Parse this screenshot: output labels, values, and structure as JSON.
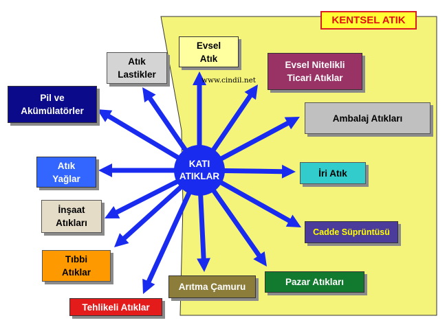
{
  "zone": {
    "label": "KENTSEL ATIK"
  },
  "watermark": "www.cindil.net",
  "center": {
    "label": "KATI\nATIKLAR"
  },
  "colors": {
    "zone_fill": "#f4f47a",
    "arrow": "#1a2bf0",
    "center": "#1a2bf0"
  },
  "nodes": [
    {
      "id": "evsel",
      "label": "Evsel\nAtık",
      "bg": "#ffffa0",
      "fg": "#000000",
      "border": "#333333"
    },
    {
      "id": "evsel-nitelikli",
      "label": "Evsel Nitelikli\nTicari Atıklar",
      "bg": "#993366",
      "fg": "#ffffff",
      "border": "#333333"
    },
    {
      "id": "ambalaj",
      "label": "Ambalaj Atıkları",
      "bg": "#c0c0c0",
      "fg": "#000000",
      "border": "#555555"
    },
    {
      "id": "iri",
      "label": "İri Atık",
      "bg": "#33cccc",
      "fg": "#000000",
      "border": "#555555"
    },
    {
      "id": "cadde",
      "label": "Cadde Süprüntüsü",
      "bg": "#4b3b9a",
      "fg": "#ffff00",
      "border": "#333333"
    },
    {
      "id": "pazar",
      "label": "Pazar Atıkları",
      "bg": "#117a2e",
      "fg": "#ffffff",
      "border": "#333333"
    },
    {
      "id": "aritma",
      "label": "Arıtma Çamuru",
      "bg": "#8c7d3a",
      "fg": "#ffffff",
      "border": "#333333"
    },
    {
      "id": "tehlikeli",
      "label": "Tehlikeli Atıklar",
      "bg": "#e31b1b",
      "fg": "#ffffff",
      "border": "#333333"
    },
    {
      "id": "tibbi",
      "label": "Tıbbi\nAtıklar",
      "bg": "#ff9900",
      "fg": "#000000",
      "border": "#555555"
    },
    {
      "id": "insaat",
      "label": "İnşaat\nAtıkları",
      "bg": "#e4dcc6",
      "fg": "#000000",
      "border": "#555555"
    },
    {
      "id": "yaglar",
      "label": "Atık\nYağlar",
      "bg": "#3366ff",
      "fg": "#ffffff",
      "border": "#333333"
    },
    {
      "id": "pil",
      "label": "Pil ve\nAkümülatörler",
      "bg": "#0a0a8a",
      "fg": "#ffffff",
      "border": "#333333"
    },
    {
      "id": "lastikler",
      "label": "Atık\nLastikler",
      "bg": "#d4d4d4",
      "fg": "#000000",
      "border": "#555555"
    }
  ]
}
